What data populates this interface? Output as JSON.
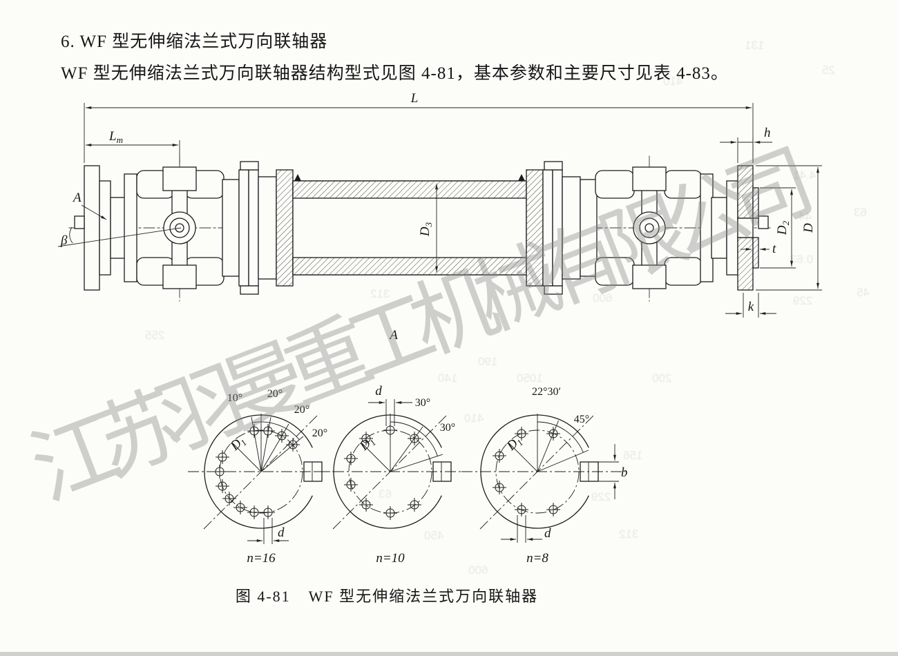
{
  "page": {
    "heading": "6. WF 型无伸缩法兰式万向联轴器",
    "intro": "WF 型无伸缩法兰式万向联轴器结构型式见图 4-81，基本参数和主要尺寸见表 4-83。",
    "figure": {
      "label": "图 4-81",
      "title": "WF 型无伸缩法兰式万向联轴器"
    },
    "watermark": "江苏羽曼重工机械有限公司"
  },
  "drawing": {
    "dims": {
      "overall_length": "L",
      "joint_center": {
        "b": "L",
        "s": "m"
      },
      "flange_thickness": "h",
      "view_arrow": "A",
      "swing_angle": "β",
      "tube_diameter": {
        "b": "D",
        "s": "3"
      },
      "spigot_diameter": {
        "b": "D",
        "s": "2"
      },
      "flange_diameter": "D",
      "spigot_depth": "t",
      "chamfer": "k",
      "section_view": "A"
    },
    "details": [
      {
        "angles": [
          "10°",
          "20°",
          "20°",
          "20°"
        ],
        "bolt_circle": {
          "b": "D",
          "s": "1"
        },
        "hole_dia": "d",
        "bolt_count": "n=16"
      },
      {
        "angles": [
          "30°",
          "30°"
        ],
        "bolt_circle": {
          "b": "D",
          "s": "1"
        },
        "hole_dia": "d",
        "bolt_count": "n=10"
      },
      {
        "angles": [
          "22°30′",
          "45°"
        ],
        "bolt_circle": {
          "b": "D",
          "s": "1"
        },
        "hole_dia": "d",
        "key_width": "b",
        "bolt_count": "n=8"
      }
    ]
  },
  "bleed": {
    "fragments": [
      "450",
      "229",
      "312",
      "600",
      "255",
      "190",
      "140",
      "1050",
      "200",
      "410",
      "156",
      "63",
      "229",
      "450",
      "312",
      "600",
      "4.41",
      "44",
      "0.63",
      "229",
      "63",
      "45",
      "131",
      "25",
      "410"
    ]
  }
}
